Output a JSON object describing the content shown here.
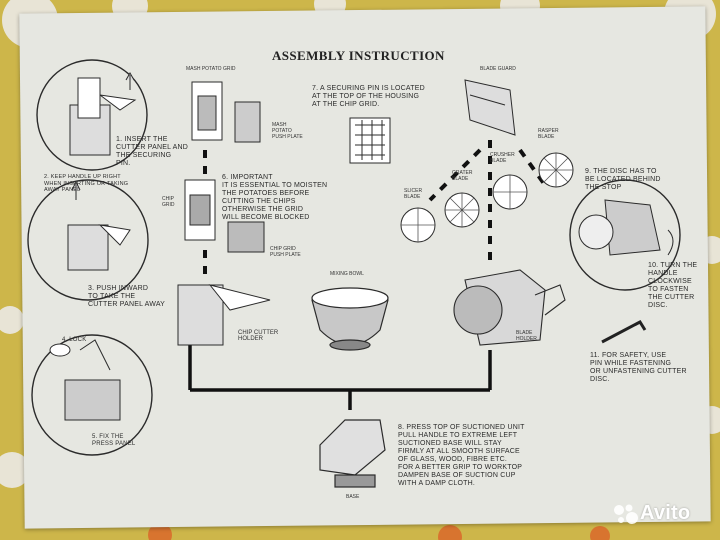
{
  "document": {
    "title": "ASSEMBLY INSTRUCTION",
    "steps": {
      "s1": "1. INSERT THE\nCUTTER PANEL AND\nTHE SECURING\nPIN.",
      "s2": "2. KEEP HANDLE UP RIGHT\nWHEN INSERTING OR TAKING\nAWAY PANEL",
      "s3": "3. PUSH INWARD\nTO TAKE THE\nCUTTER PANEL AWAY",
      "s4": "4. LOCK",
      "s5": "5. FIX THE\nPRESS PANEL",
      "s6": "6. IMPORTANT\nIT IS ESSENTIAL TO MOISTEN\nTHE POTATOES BEFORE\nCUTTING THE CHIPS\nOTHERWISE THE GRID\nWILL BECOME BLOCKED",
      "s7": "7. A SECURING PIN IS LOCATED\nAT THE TOP OF THE HOUSING\nAT THE CHIP GRID.",
      "s8": "8. PRESS TOP OF SUCTIONED UNIT\nPULL HANDLE TO EXTREME LEFT\nSUCTIONED BASE WILL STAY\nFIRMLY AT ALL SMOOTH SURFACE\nOF GLASS, WOOD, FIBRE ETC.\nFOR A BETTER GRIP TO WORKTOP\nDAMPEN BASE OF SUCTION CUP\nWITH A DAMP CLOTH.",
      "s9": "9. THE DISC HAS TO\nBE LOCATED BEHIND\nTHE STOP",
      "s10": "10. TURN THE\nHANDLE\nCLOCKWISE\nTO FASTEN\nTHE CUTTER\nDISC.",
      "s11": "11. FOR SAFETY, USE\nPIN WHILE FASTENING\nOR UNFASTENING CUTTER\nDISC."
    },
    "labels": {
      "mash_potato_grid": "MASH POTATO GRID",
      "mash_potato_push_plate": "MASH\nPOTATO\nPUSH PLATE",
      "chip_grid": "CHIP\nGRID",
      "chip_grid_push_plate": "CHIP GRID\nPUSH PLATE",
      "chip_cutter_holder": "CHIP CUTTER\nHOLDER",
      "mixing_bowl": "MIXING BOWL",
      "base": "BASE",
      "blade_guard": "BLADE GUARD",
      "rasper_blade": "RASPER\nBLADE",
      "crusher_blade": "CRUSHER\nBLADE",
      "grater_blade": "GRATER\nBLADE",
      "slicer_blade": "SLICER\nBLADE",
      "blade_holder": "BLADE\nHOLDER"
    }
  },
  "watermark": {
    "text": "Avito"
  },
  "colors": {
    "paper": "#e6e7e1",
    "ink": "#2b2b2b",
    "background": "#cdb64a"
  }
}
